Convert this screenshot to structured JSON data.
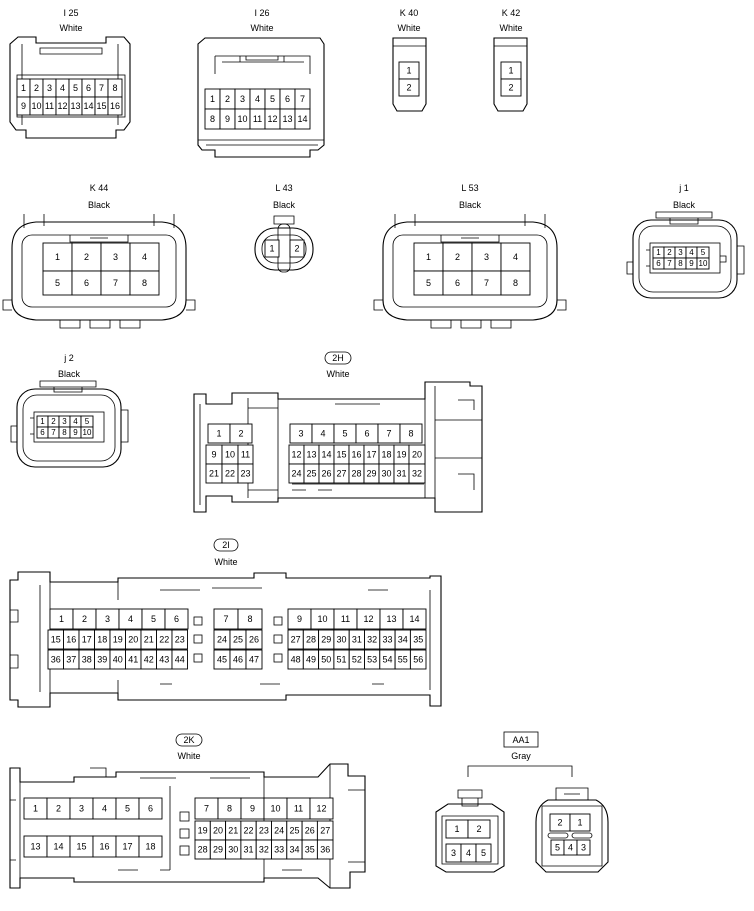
{
  "connectors": {
    "i25": {
      "id": "I 25",
      "color": "White",
      "pins_top": [
        "1",
        "2",
        "3",
        "4",
        "5",
        "6",
        "7",
        "8"
      ],
      "pins_bottom": [
        "9",
        "10",
        "11",
        "12",
        "13",
        "14",
        "15",
        "16"
      ]
    },
    "i26": {
      "id": "I 26",
      "color": "White",
      "pins_top": [
        "1",
        "2",
        "3",
        "4",
        "5",
        "6",
        "7"
      ],
      "pins_bottom": [
        "8",
        "9",
        "10",
        "11",
        "12",
        "13",
        "14"
      ]
    },
    "k40": {
      "id": "K 40",
      "color": "White",
      "pins": [
        "1",
        "2"
      ]
    },
    "k42": {
      "id": "K 42",
      "color": "White",
      "pins": [
        "1",
        "2"
      ]
    },
    "k44": {
      "id": "K 44",
      "color": "Black",
      "pins_top": [
        "1",
        "2",
        "3",
        "4"
      ],
      "pins_bottom": [
        "5",
        "6",
        "7",
        "8"
      ]
    },
    "l43": {
      "id": "L 43",
      "color": "Black",
      "pins": [
        "1",
        "2"
      ]
    },
    "l53": {
      "id": "L 53",
      "color": "Black",
      "pins_top": [
        "1",
        "2",
        "3",
        "4"
      ],
      "pins_bottom": [
        "5",
        "6",
        "7",
        "8"
      ]
    },
    "j1": {
      "id": "j 1",
      "color": "Black",
      "pins_top": [
        "1",
        "2",
        "3",
        "4",
        "5"
      ],
      "pins_bottom": [
        "6",
        "7",
        "8",
        "9",
        "10"
      ]
    },
    "j2": {
      "id": "j 2",
      "color": "Black",
      "pins_top": [
        "1",
        "2",
        "3",
        "4",
        "5"
      ],
      "pins_bottom": [
        "6",
        "7",
        "8",
        "9",
        "10"
      ]
    },
    "c2h": {
      "id": "2H",
      "color": "White",
      "left_top": [
        "1",
        "2"
      ],
      "left_mid": [
        "9",
        "10",
        "11"
      ],
      "left_bot": [
        "21",
        "22",
        "23"
      ],
      "right_top": [
        "3",
        "4",
        "5",
        "6",
        "7",
        "8"
      ],
      "right_mid": [
        "12",
        "13",
        "14",
        "15",
        "16",
        "17",
        "18",
        "19",
        "20"
      ],
      "right_bot": [
        "24",
        "25",
        "26",
        "27",
        "28",
        "29",
        "30",
        "31",
        "32"
      ]
    },
    "c2i": {
      "id": "2I",
      "color": "White",
      "a_top": [
        "1",
        "2",
        "3",
        "4",
        "5",
        "6"
      ],
      "a_mid": [
        "15",
        "16",
        "17",
        "18",
        "19",
        "20",
        "21",
        "22",
        "23"
      ],
      "a_bot": [
        "36",
        "37",
        "38",
        "39",
        "40",
        "41",
        "42",
        "43",
        "44"
      ],
      "b_top": [
        "7",
        "8"
      ],
      "b_mid": [
        "24",
        "25",
        "26"
      ],
      "b_bot": [
        "45",
        "46",
        "47"
      ],
      "c_top": [
        "9",
        "10",
        "11",
        "12",
        "13",
        "14"
      ],
      "c_mid": [
        "27",
        "28",
        "29",
        "30",
        "31",
        "32",
        "33",
        "34",
        "35"
      ],
      "c_bot": [
        "48",
        "49",
        "50",
        "51",
        "52",
        "53",
        "54",
        "55",
        "56"
      ]
    },
    "c2k": {
      "id": "2K",
      "color": "White",
      "l_top": [
        "1",
        "2",
        "3",
        "4",
        "5",
        "6"
      ],
      "l_bot": [
        "13",
        "14",
        "15",
        "16",
        "17",
        "18"
      ],
      "r_top": [
        "7",
        "8",
        "9",
        "10",
        "11",
        "12"
      ],
      "r_mid": [
        "19",
        "20",
        "21",
        "22",
        "23",
        "24",
        "25",
        "26",
        "27"
      ],
      "r_bot": [
        "28",
        "29",
        "30",
        "31",
        "32",
        "33",
        "34",
        "35",
        "36"
      ]
    },
    "aa1": {
      "id": "AA1",
      "color": "Gray",
      "left_top": [
        "1",
        "2"
      ],
      "left_bot": [
        "3",
        "4",
        "5"
      ],
      "right_top": [
        "2",
        "1"
      ],
      "right_bot": [
        "5",
        "4",
        "3"
      ]
    }
  }
}
